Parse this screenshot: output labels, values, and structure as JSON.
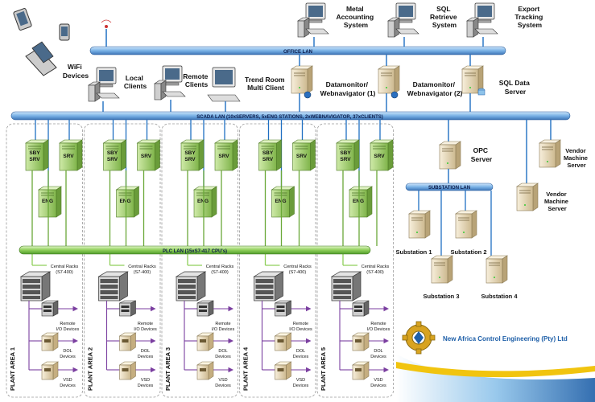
{
  "buses": {
    "office": "OFFICE LAN",
    "scada": "SCADA LAN (10xSERVERS, 5xENG STATIONS, 2xWEBNAVIGATOR, 37xCLIENTS)",
    "plc": "PLC LAN (15xS7-417 CPU's)",
    "substation": "SUBSTATION LAN"
  },
  "top_systems": [
    {
      "line1": "Metal",
      "line2": "Accounting",
      "line3": "System"
    },
    {
      "line1": "SQL",
      "line2": "Retrieve",
      "line3": "System"
    },
    {
      "line1": "Export",
      "line2": "Tracking",
      "line3": "System"
    }
  ],
  "wifi": {
    "line1": "WiFi",
    "line2": "Devices"
  },
  "clients": {
    "local": {
      "line1": "Local",
      "line2": "Clients"
    },
    "remote": {
      "line1": "Remote",
      "line2": "Clients"
    },
    "trend": {
      "line1": "Trend Room",
      "line2": "Multi Client"
    }
  },
  "servers": {
    "datamonitor1": {
      "line1": "Datamonitor/",
      "line2": "Webnavigator (1)"
    },
    "datamonitor2": {
      "line1": "Datamonitor/",
      "line2": "Webnavigator (2)"
    },
    "sql": {
      "line1": "SQL Data",
      "line2": "Server"
    },
    "opc": {
      "line1": "OPC",
      "line2": "Server"
    },
    "vendor1": {
      "line1": "Vendor",
      "line2": "Machine",
      "line3": "Server"
    },
    "vendor2": {
      "line1": "Vendor",
      "line2": "Machine",
      "line3": "Server"
    }
  },
  "substations": [
    "Substation 1",
    "Substation 2",
    "Substation 3",
    "Substation 4"
  ],
  "plant_areas": [
    {
      "name": "PLANT AREA 1"
    },
    {
      "name": "PLANT AREA 2"
    },
    {
      "name": "PLANT AREA 3"
    },
    {
      "name": "PLANT AREA 4"
    },
    {
      "name": "PLANT AREA 5"
    }
  ],
  "area_labels": {
    "sby": "SBY",
    "srv": "SRV",
    "eng": "ENG",
    "racks_line1": "Central Racks",
    "racks_line2": "(S7-400)",
    "remote_line1": "Remote",
    "remote_line2": "I/O Devices",
    "dol_line1": "DOL",
    "dol_line2": "Devices",
    "vsd_line1": "VSD",
    "vsd_line2": "Devices"
  },
  "company": {
    "name": "New Africa Control Engineering (Pty) Ltd"
  },
  "colors": {
    "lan_blue": "#7ab2e6",
    "lan_dark": "#3c73b6",
    "plc_green": "#8fcf5a",
    "wire_blue": "#1f6fc2",
    "wire_purple": "#7b3fa0",
    "server_green": "#9fcf6a",
    "server_cream": "#e9dcc0"
  }
}
